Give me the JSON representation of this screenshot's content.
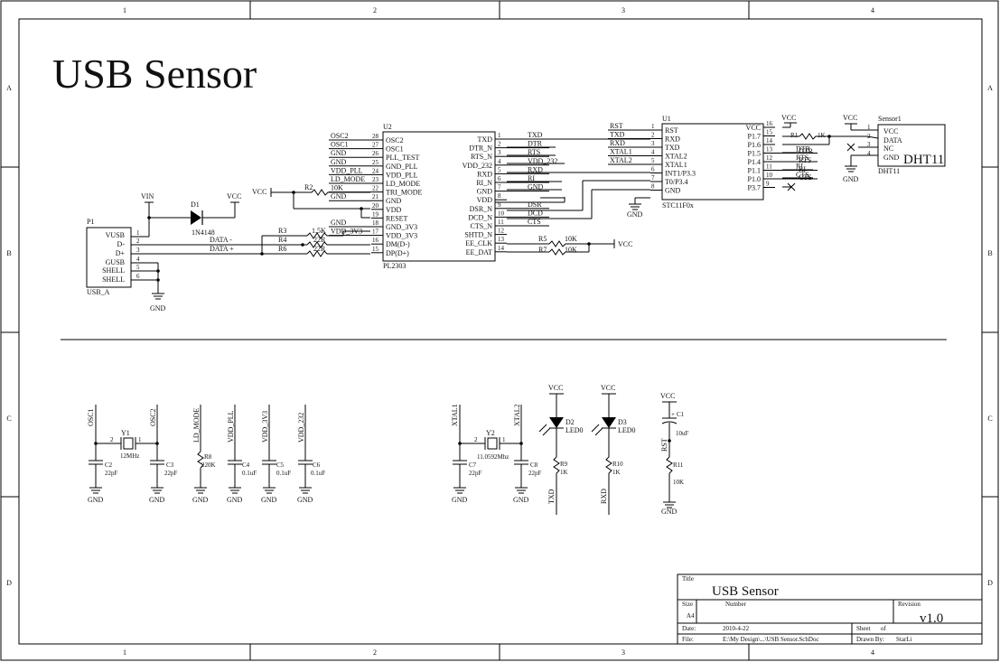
{
  "title": "USB Sensor",
  "frame": {
    "cols": [
      "1",
      "2",
      "3",
      "4"
    ],
    "rows": [
      "A",
      "B",
      "C",
      "D"
    ]
  },
  "title_block": {
    "title_label": "Title",
    "title": "USB Sensor",
    "size_label": "Size",
    "size": "A4",
    "number_label": "Number",
    "revision_label": "Revision",
    "revision": "v1.0",
    "date_label": "Date:",
    "date": "2010-4-22",
    "sheet_label": "Sheet",
    "sheet_of": "of",
    "file_label": "File:",
    "file": "E:\\My Design\\...\\USB Sensor.SchDoc",
    "drawn_label": "Drawn By:",
    "drawn": "StarLi"
  },
  "usb": {
    "ref": "P1",
    "name": "USB_A",
    "pins": [
      {
        "n": "1",
        "label": "VUSB"
      },
      {
        "n": "2",
        "label": "D-"
      },
      {
        "n": "3",
        "label": "D+"
      },
      {
        "n": "4",
        "label": "GUSB"
      },
      {
        "n": "5",
        "label": "SHELL"
      },
      {
        "n": "6",
        "label": "SHELL"
      }
    ]
  },
  "d1": {
    "ref": "D1",
    "part": "1N4148"
  },
  "u2": {
    "ref": "U2",
    "part": "PL2303",
    "left": [
      {
        "n": "28",
        "sig": "OSC2",
        "net": "OSC2"
      },
      {
        "n": "27",
        "sig": "OSC1",
        "net": "OSC1"
      },
      {
        "n": "26",
        "sig": "PLL_TEST",
        "net": "GND"
      },
      {
        "n": "25",
        "sig": "GND_PLL",
        "net": "GND"
      },
      {
        "n": "24",
        "sig": "VDD_PLL",
        "net": "VDD_PLL"
      },
      {
        "n": "23",
        "sig": "LD_MODE",
        "net": "LD_MODE"
      },
      {
        "n": "22",
        "sig": "TRI_MODE",
        "net": "10K"
      },
      {
        "n": "21",
        "sig": "GND",
        "net": "GND"
      },
      {
        "n": "20",
        "sig": "VDD",
        "net": ""
      },
      {
        "n": "19",
        "sig": "RESET",
        "net": ""
      },
      {
        "n": "18",
        "sig": "GND_3V3",
        "net": "GND"
      },
      {
        "n": "17",
        "sig": "VDD_3V3",
        "net": "VDD_3V3"
      },
      {
        "n": "16",
        "sig": "DM(D-)",
        "net": ""
      },
      {
        "n": "15",
        "sig": "DP(D+)",
        "net": ""
      }
    ],
    "right": [
      {
        "n": "1",
        "sig": "TXD",
        "net": "TXD"
      },
      {
        "n": "2",
        "sig": "DTR_N",
        "net": "DTR"
      },
      {
        "n": "3",
        "sig": "RTS_N",
        "net": "RTS"
      },
      {
        "n": "4",
        "sig": "VDD_232",
        "net": "VDD_232"
      },
      {
        "n": "5",
        "sig": "RXD",
        "net": "RXD"
      },
      {
        "n": "6",
        "sig": "RI_N",
        "net": "RI"
      },
      {
        "n": "7",
        "sig": "GND",
        "net": "GND"
      },
      {
        "n": "8",
        "sig": "VDD",
        "net": ""
      },
      {
        "n": "9",
        "sig": "DSR_N",
        "net": "DSR"
      },
      {
        "n": "10",
        "sig": "DCD_N",
        "net": "DCD"
      },
      {
        "n": "11",
        "sig": "CTS_N",
        "net": "CTS"
      },
      {
        "n": "12",
        "sig": "SHTD_N",
        "net": ""
      },
      {
        "n": "13",
        "sig": "EE_CLK",
        "net": ""
      },
      {
        "n": "14",
        "sig": "EE_DAT",
        "net": ""
      }
    ]
  },
  "u1": {
    "ref": "U1",
    "part": "STC11F0x",
    "left": [
      {
        "n": "1",
        "sig": "RST",
        "net": "RST"
      },
      {
        "n": "2",
        "sig": "RXD",
        "net": "TXD"
      },
      {
        "n": "3",
        "sig": "TXD",
        "net": "RXD"
      },
      {
        "n": "4",
        "sig": "XTAL2",
        "net": "XTAL1"
      },
      {
        "n": "5",
        "sig": "XTAL1",
        "net": "XTAL2"
      },
      {
        "n": "6",
        "sig": "INT1/P3.3",
        "net": ""
      },
      {
        "n": "7",
        "sig": "T0/P3.4",
        "net": ""
      },
      {
        "n": "8",
        "sig": "GND",
        "net": ""
      }
    ],
    "right": [
      {
        "n": "16",
        "sig": "VCC",
        "net": ""
      },
      {
        "n": "15",
        "sig": "P1.7",
        "net": ""
      },
      {
        "n": "14",
        "sig": "P1.6",
        "net": ""
      },
      {
        "n": "13",
        "sig": "P1.5",
        "net": "DTR"
      },
      {
        "n": "12",
        "sig": "P1.4",
        "net": "RTS"
      },
      {
        "n": "11",
        "sig": "P1.1",
        "net": "RI"
      },
      {
        "n": "10",
        "sig": "P1.0",
        "net": "CTS"
      },
      {
        "n": "9",
        "sig": "P3.7",
        "net": ""
      }
    ]
  },
  "sensor": {
    "ref": "Sensor1",
    "part": "DHT11",
    "name": "DHT11",
    "pins": [
      {
        "n": "1",
        "label": "VCC"
      },
      {
        "n": "2",
        "label": "DATA"
      },
      {
        "n": "3",
        "label": "NC"
      },
      {
        "n": "4",
        "label": "GND"
      }
    ]
  },
  "labels": {
    "vcc": "VCC",
    "vin": "VIN",
    "gnd": "GND",
    "data_minus": "DATA -",
    "data_plus": "DATA +",
    "r1": "R1",
    "r1_val": "1K",
    "r2": "R2",
    "r3": "R3",
    "r3_val": "1.5K",
    "r4": "R4",
    "r4_val": "22R",
    "r6": "R6",
    "r6_val": "22R",
    "r5": "R5",
    "r5_val": "10K",
    "r7": "R7",
    "r7_val": "10K"
  },
  "bottom": [
    {
      "net": "OSC1"
    },
    {
      "net": "OSC2"
    },
    {
      "y1": "Y1",
      "y1_val": "12MHz",
      "p2": "2",
      "p1": "1"
    },
    {
      "c2": "C2",
      "c2_val": "22pF",
      "c3": "C3",
      "c3_val": "22pF"
    },
    {
      "ld": "LD_MODE",
      "r8": "R8",
      "r8_val": "220K"
    },
    {
      "vpll": "VDD_PLL",
      "c4": "C4",
      "c4_val": "0.1uF"
    },
    {
      "v33": "VDD_3V3",
      "c5": "C5",
      "c5_val": "0.1uF"
    },
    {
      "v232": "VDD_232",
      "c6": "C6",
      "c6_val": "0.1uF"
    }
  ],
  "bottom2": {
    "xtal1": "XTAL1",
    "xtal2": "XTAL2",
    "y2": "Y2",
    "y2_val": "11.0592Mhz",
    "c7": "C7",
    "c7_val": "22pF",
    "c8": "C8",
    "c8_val": "22pF",
    "d2": "D2",
    "d2_val": "LED0",
    "d3": "D3",
    "d3_val": "LED0",
    "r9": "R9",
    "r9_val": "1K",
    "r10": "R10",
    "r10_val": "1K",
    "txd": "TXD",
    "rxd": "RXD",
    "c1": "C1",
    "c1_val": "10uF",
    "r11": "R11",
    "r11_val": "10K",
    "rst": "RST"
  }
}
